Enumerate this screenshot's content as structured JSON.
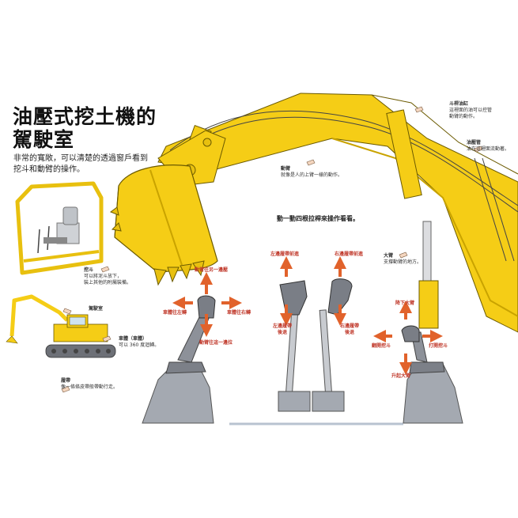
{
  "title": {
    "line1": "油壓式挖土機的",
    "line2": "駕駛室"
  },
  "intro": {
    "line1": "非常的寬敞，可以清楚的透過窗戶看到",
    "line2": "挖斗和動臂的操作。"
  },
  "labels": {
    "bucket_cylinder": {
      "name": "斗桿油缸",
      "desc1": "這裡面的油可以控管",
      "desc2": "動臂的動作。"
    },
    "hydraulic_hose": {
      "name": "油壓管",
      "desc1": "油在這裡面流動著。"
    },
    "boom": {
      "name": "動臂",
      "desc1": "就像是人的上臂一樣的動作。"
    },
    "bucket": {
      "name": "挖斗",
      "desc1": "可以將泥斗放下，",
      "desc2": "裝上其他的附屬裝備。"
    },
    "cab": {
      "name": "駕駛室"
    },
    "body": {
      "name": "車體（車體）",
      "desc1": "可以 360 度迴轉。"
    },
    "track": {
      "name": "履帶",
      "desc1": "像一條條皮帶般帶動行走。"
    },
    "arm": {
      "name": "大臂",
      "desc1": "支撐動臂的地方。"
    }
  },
  "controls_heading": "動一動四根拉桿來操作看看。",
  "left_lever": {
    "up": "動臂往另一邊壓",
    "left": "車體往左轉",
    "right": "車體往右轉",
    "down": "動臂往這一邊拉"
  },
  "left_pedal": {
    "top": "左邊履帶前進",
    "bottom1": "左邊履帶",
    "bottom2": "後退"
  },
  "right_pedal": {
    "top": "右邊履帶前進",
    "bottom1": "右邊履帶",
    "bottom2": "後退"
  },
  "right_lever": {
    "up": "降下大臂",
    "left": "翻開挖斗",
    "right": "打開挖斗",
    "down": "升起大臂"
  },
  "colors": {
    "yellow": "#f5cd16",
    "yellow_dark": "#c9a300",
    "arrow": "#e1622b",
    "lever_gray": "#8d9199",
    "boot_gray": "#9aa0a8"
  }
}
